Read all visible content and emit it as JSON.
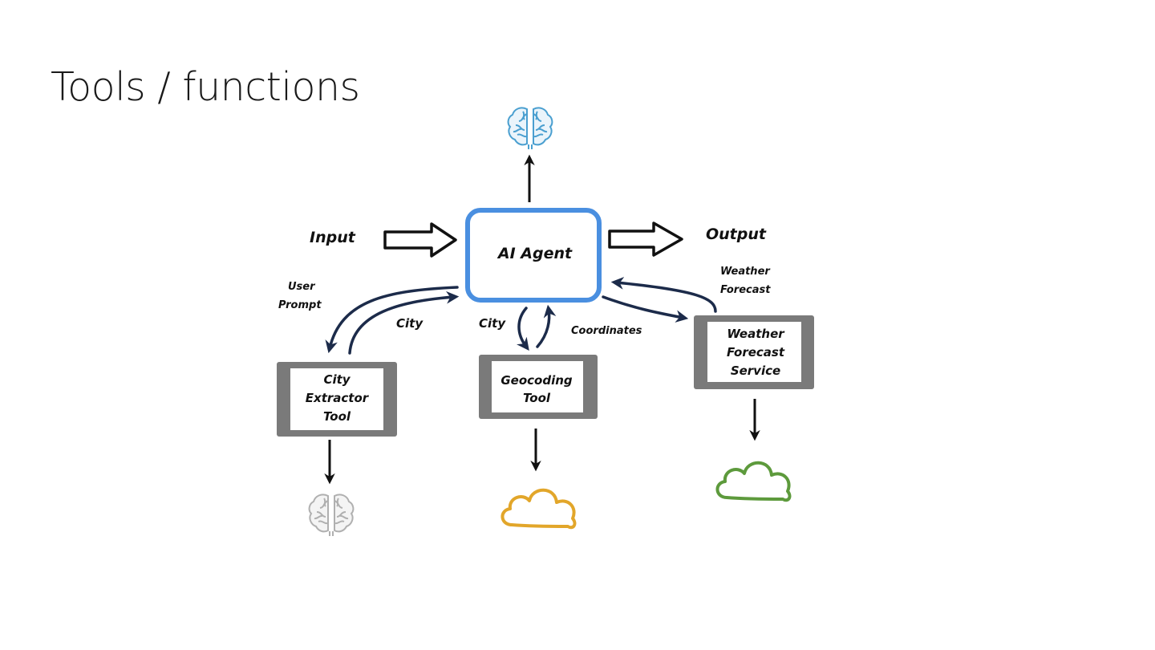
{
  "slide": {
    "title": "Tools / functions"
  },
  "diagram": {
    "agent_label": "AI Agent",
    "input_label": "Input",
    "output_label": "Output",
    "user_prompt_line1": "User",
    "user_prompt_line2": "Prompt",
    "city_label_left": "City",
    "city_label_center": "City",
    "coordinates_label": "Coordinates",
    "weather_forecast_line1": "Weather",
    "weather_forecast_line2": "Forecast",
    "tools": [
      {
        "line1": "City",
        "line2": "Extractor",
        "line3": "Tool",
        "icon": "brain-icon-gray"
      },
      {
        "line1": "Geocoding",
        "line2": "Tool",
        "icon": "cloud-icon-orange"
      },
      {
        "line1": "Weather",
        "line2": "Forecast",
        "line3": "Service",
        "icon": "cloud-icon-green"
      }
    ],
    "colors": {
      "agent_border": "#4a8fe0",
      "brain_top": "#4a9fd0",
      "brain_bottom": "#b0b0b0",
      "cloud_orange": "#e2a62a",
      "cloud_green": "#5d9a3c",
      "tool_frame": "#7a7a7a",
      "arrow_navy": "#1c2b4a"
    }
  }
}
